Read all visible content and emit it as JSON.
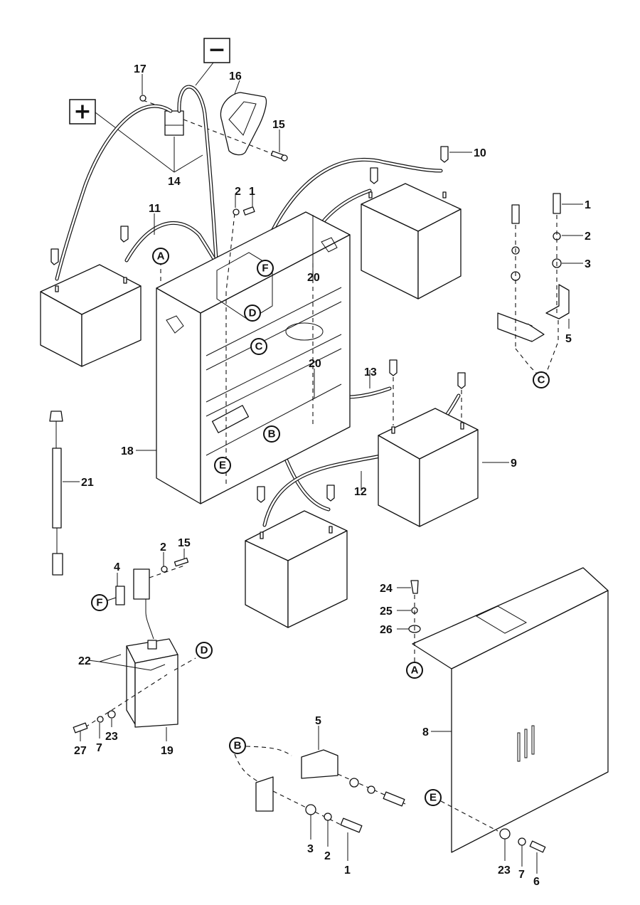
{
  "diagram": {
    "title": "Battery compartment exploded parts view",
    "polarity": {
      "positive": "+",
      "negative": "−"
    },
    "callouts": {
      "c1_top": "1",
      "c2_top": "2",
      "c1_bracket": "1",
      "c2_bracket": "2",
      "c3_bracket": "3",
      "c5_bracket": "5",
      "c10": "10",
      "c11": "11",
      "c14": "14",
      "c15_top": "15",
      "c16": "16",
      "c17": "17",
      "c20_upper": "20",
      "c20_lower": "20",
      "c13": "13",
      "c12": "12",
      "c9": "9",
      "c18": "18",
      "c21": "21",
      "c2_mid": "2",
      "c15_mid": "15",
      "c4": "4",
      "c22": "22",
      "c27": "27",
      "c7_left": "7",
      "c23_left": "23",
      "c19": "19",
      "c24": "24",
      "c25": "25",
      "c26": "26",
      "c8": "8",
      "c5_bottom": "5",
      "c3_bottom": "3",
      "c2_bottom": "2",
      "c1_bottom": "1",
      "c23_right": "23",
      "c7_right": "7",
      "c6": "6"
    },
    "references": {
      "A_frame": "A",
      "F_frame": "F",
      "D_frame": "D",
      "C_frame": "C",
      "B_frame": "B",
      "E_frame": "E",
      "C_bracket": "C",
      "F_charger": "F",
      "D_charger": "D",
      "A_cover": "A",
      "B_bracket": "B",
      "E_cover": "E"
    }
  }
}
